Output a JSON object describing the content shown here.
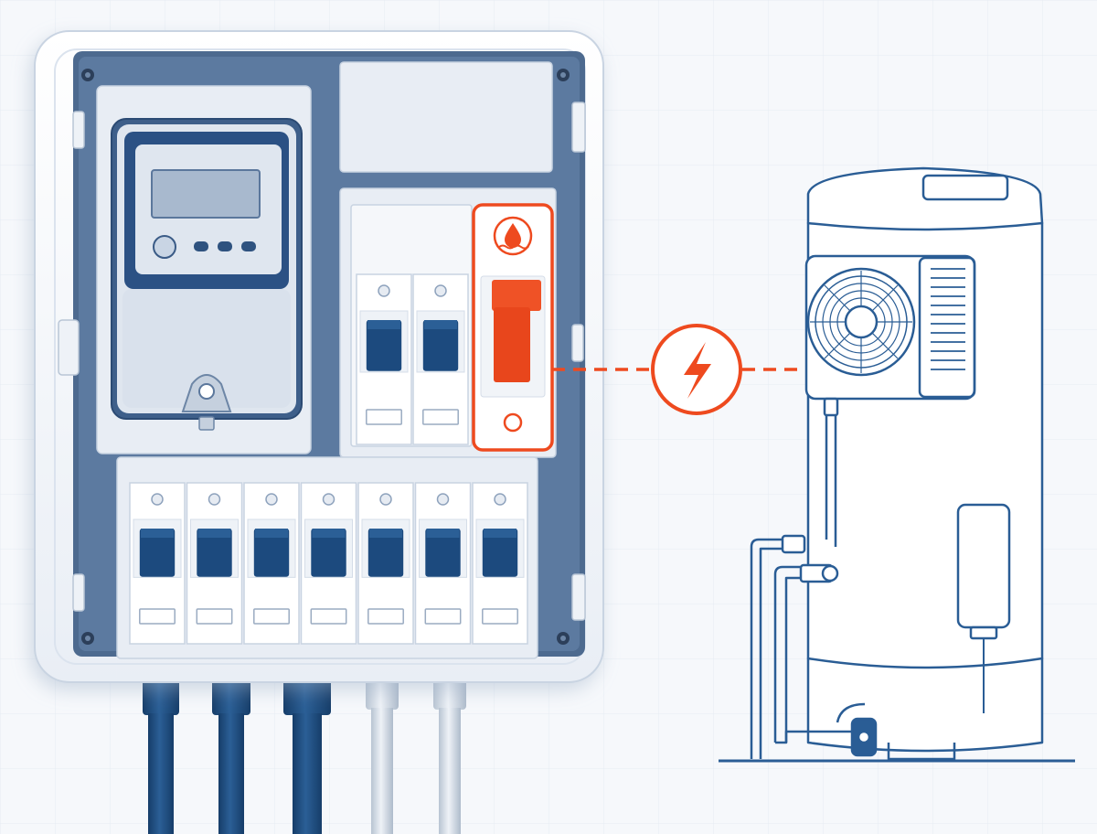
{
  "colors": {
    "navy": "#1c4a7e",
    "navy_dark": "#163d69",
    "accent": "#ee4a1f",
    "outline": "#2a5d95",
    "panel": "#eef2f8",
    "enclosure": "#f4f6fa",
    "grid": "#e6ecf3"
  },
  "consumer_unit": {
    "meter": {
      "has_display": true,
      "buttons": 4
    },
    "upper_breakers": {
      "count": 2,
      "handle_color": "navy"
    },
    "highlighted_breaker": {
      "icon": "water-drop-waves-icon",
      "handle_color": "accent"
    },
    "lower_breakers": {
      "count": 7,
      "handle_color": "navy"
    },
    "conduits": {
      "dark": 3,
      "light": 2
    }
  },
  "connection": {
    "style": "dashed",
    "icon": "lightning-bolt-icon"
  },
  "heat_pump_water_heater": {
    "components": [
      "fan-unit",
      "tank",
      "control-box",
      "inlet-pipe",
      "outlet-pipe",
      "base-valve"
    ]
  }
}
